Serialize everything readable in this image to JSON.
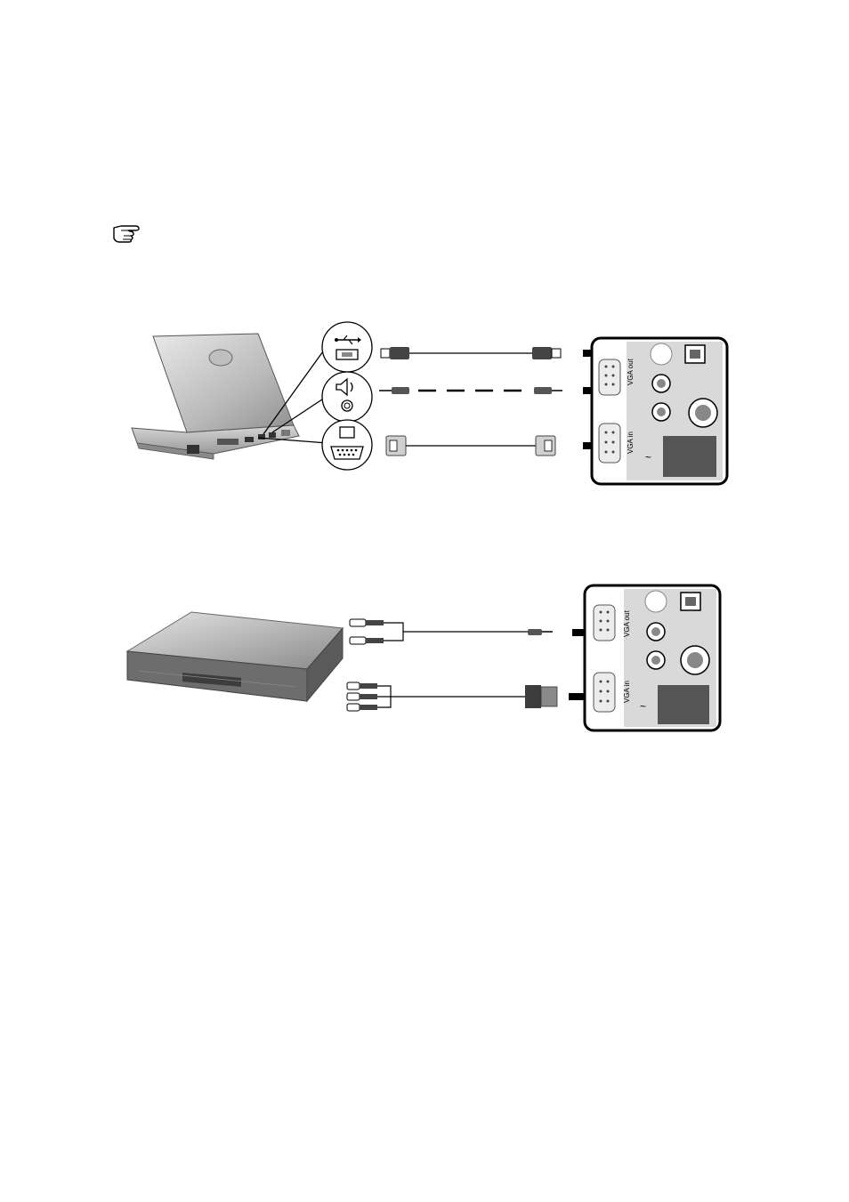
{
  "note": {
    "icon": "pointing-hand-icon"
  },
  "diagrams": [
    {
      "id": "laptop-connection",
      "source_device": "laptop-icon",
      "port_icons": [
        "usb-icon",
        "audio-icon",
        "vga-icon"
      ],
      "projector_labels": {
        "vga_in": "VGA in",
        "vga_out": "VGA out"
      }
    },
    {
      "id": "video-device-connection",
      "source_device": "video-player-icon",
      "projector_labels": {
        "vga_in": "VGA in",
        "vga_out": "VGA out"
      }
    }
  ],
  "colors": {
    "arrow": "#000000",
    "device_fill": "#c8c8c8",
    "panel_fill": "#d9d9d9"
  }
}
